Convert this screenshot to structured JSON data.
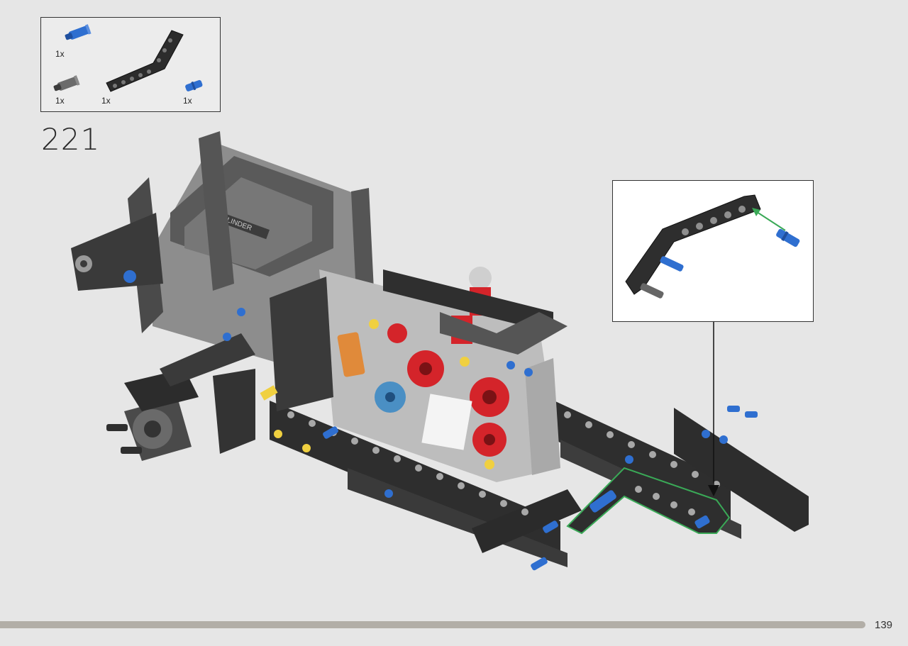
{
  "parts_list": {
    "items": [
      {
        "name": "blue-axle-pin",
        "qty": "1x",
        "color": "#2f6fd0"
      },
      {
        "name": "dark-gray-axle-pin",
        "qty": "1x",
        "color": "#6b6b6b"
      },
      {
        "name": "angled-beam",
        "qty": "1x",
        "color": "#2c2c2c"
      },
      {
        "name": "blue-friction-pin",
        "qty": "1x",
        "color": "#2f6fd0"
      }
    ]
  },
  "step": {
    "number": "221"
  },
  "model": {
    "engraving": "CYLINDER"
  },
  "callout": {
    "arrow_color": "#3aa957",
    "highlight_color": "#3aa957"
  },
  "page": {
    "number": "139",
    "bar_color": "#b2aea7"
  }
}
